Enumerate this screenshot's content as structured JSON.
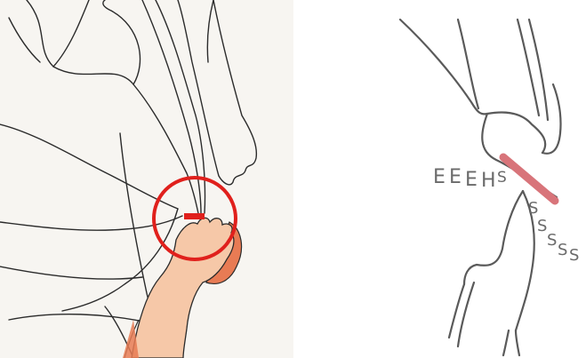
{
  "right_panel": {
    "label_left": [
      "E",
      "E",
      "E",
      "H",
      "S"
    ],
    "label_right": [
      "S",
      "S",
      "S",
      "S",
      "S"
    ]
  },
  "colors": {
    "outline": "#2b2b2b",
    "marker_red": "#e0201c",
    "tooth_fill": "#f6c8a8",
    "gum_fill": "#e87b54",
    "contact_band": "#d8747a",
    "label_text": "#6a6a6a"
  }
}
